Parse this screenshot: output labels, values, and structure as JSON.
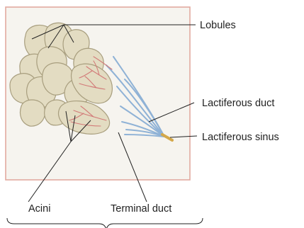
{
  "labels": {
    "lobules": "Lobules",
    "lactiferous_duct": "Lactiferous duct",
    "lactiferous_sinus": "Lactiferous sinus",
    "acini": "Acini",
    "terminal_duct": "Terminal duct"
  },
  "colors": {
    "frame_border": "#e2aaa0",
    "frame_fill": "#f6f4ef",
    "lobule_fill": "#e3dcc2",
    "lobule_stroke": "#a89e7e",
    "duct": "#8fb2d6",
    "terminal_duct": "#d27a78",
    "sinus": "#d4a84a",
    "leader_line": "#222222"
  }
}
